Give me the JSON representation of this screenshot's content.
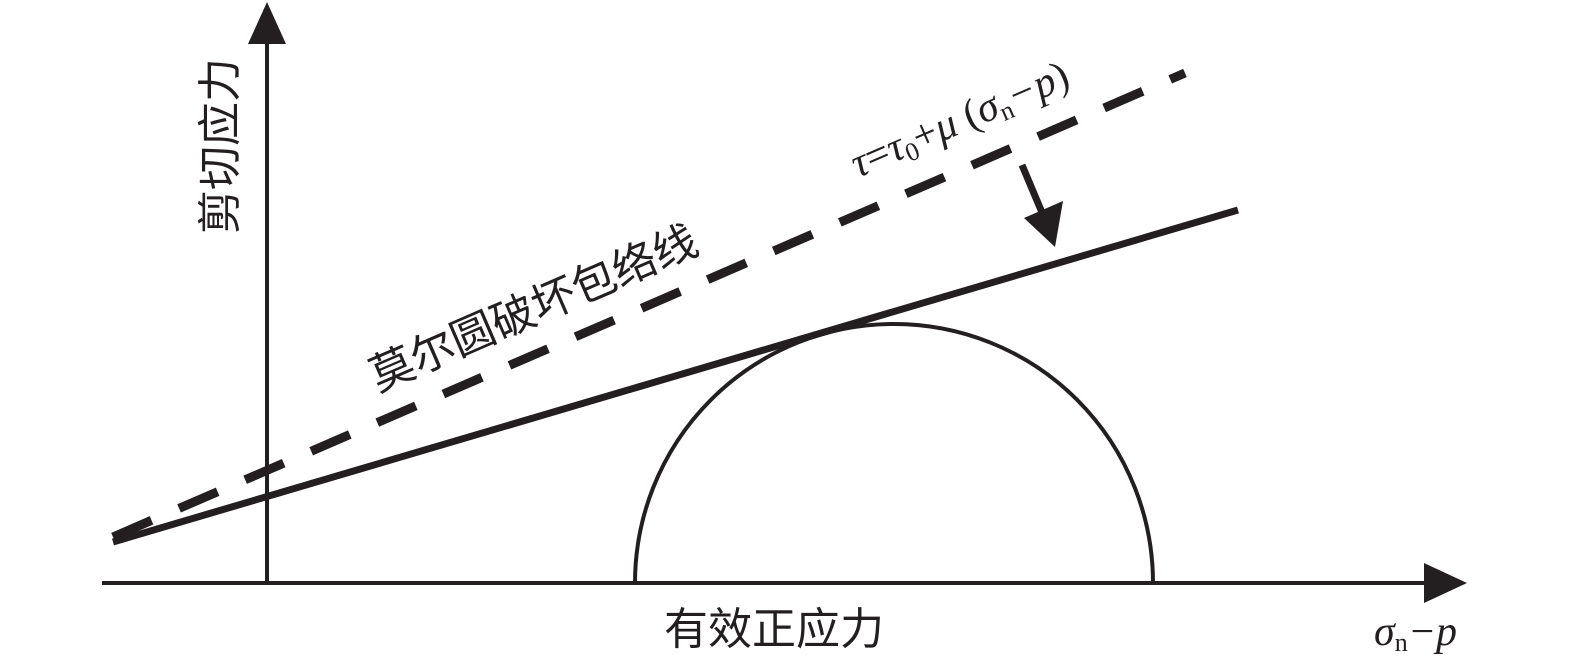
{
  "axes": {
    "y_label": "剪切应力",
    "x_label": "有效正应力",
    "x_symbol": {
      "sigma": "σ",
      "sub": "n",
      "rest": "−p"
    }
  },
  "envelope_label": "莫尔圆破坏包络线",
  "formula": {
    "tau": "τ",
    "eq": "=",
    "tau0": "τ",
    "tau0_sub": "0",
    "plus": "+",
    "mu": "μ",
    "open_paren": " (",
    "sigma": "σ",
    "sigma_sub": "n",
    "minus_p": "−p",
    "close_paren": ")"
  },
  "colors": {
    "ink": "#231f20",
    "background": "#ffffff"
  }
}
